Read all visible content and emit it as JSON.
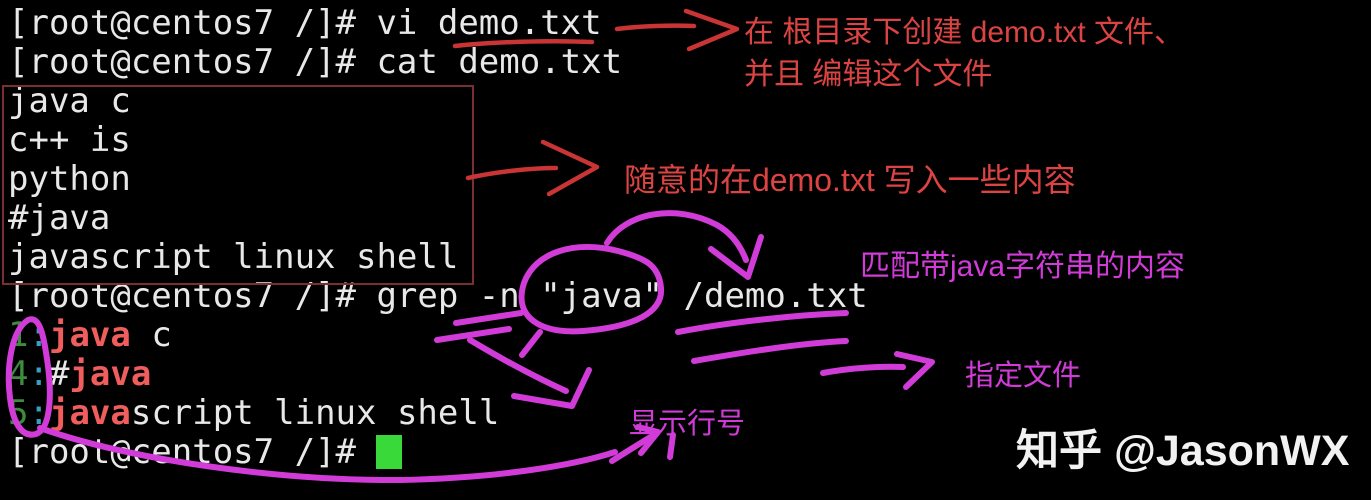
{
  "colors": {
    "fg": "#e8e8e8",
    "lineno": "#3d8b3d",
    "sep": "#37a0bf",
    "match": "#ef5d5d",
    "cursor": "#39d939",
    "box_border": "#7a3030",
    "red_text": "#dc4343",
    "red_draw": "#c93434",
    "magenta": "#d13cd8"
  },
  "terminal": {
    "lines": [
      {
        "segments": [
          {
            "t": "[root@centos7 /]# vi demo.txt",
            "c": "fg"
          }
        ]
      },
      {
        "segments": [
          {
            "t": "[root@centos7 /]# cat demo.txt",
            "c": "fg"
          }
        ]
      },
      {
        "segments": [
          {
            "t": "java c",
            "c": "fg"
          }
        ]
      },
      {
        "segments": [
          {
            "t": "c++ is",
            "c": "fg"
          }
        ]
      },
      {
        "segments": [
          {
            "t": "python",
            "c": "fg"
          }
        ]
      },
      {
        "segments": [
          {
            "t": "#java",
            "c": "fg"
          }
        ]
      },
      {
        "segments": [
          {
            "t": "javascript linux shell",
            "c": "fg"
          }
        ]
      },
      {
        "segments": [
          {
            "t": "[root@centos7 /]# grep -n \"java\" /demo.txt",
            "c": "fg"
          }
        ]
      },
      {
        "segments": [
          {
            "t": "1",
            "c": "lineno"
          },
          {
            "t": ":",
            "c": "sep"
          },
          {
            "t": "java",
            "c": "match"
          },
          {
            "t": " c",
            "c": "fg"
          }
        ]
      },
      {
        "segments": [
          {
            "t": "4",
            "c": "lineno"
          },
          {
            "t": ":",
            "c": "sep"
          },
          {
            "t": "#",
            "c": "fg"
          },
          {
            "t": "java",
            "c": "match"
          }
        ]
      },
      {
        "segments": [
          {
            "t": "5",
            "c": "lineno"
          },
          {
            "t": ":",
            "c": "sep"
          },
          {
            "t": "java",
            "c": "match"
          },
          {
            "t": "script linux shell",
            "c": "fg"
          }
        ]
      },
      {
        "segments": [
          {
            "t": "[root@centos7 /]# ",
            "c": "fg"
          }
        ],
        "cursor": true
      }
    ]
  },
  "annotations": {
    "create_note_line1": "在 根目录下创建 demo.txt 文件、",
    "create_note_line2": "并且 编辑这个文件",
    "write_note": "随意的在demo.txt 写入一些内容",
    "match_note": "匹配带java字符串的内容",
    "file_note": "指定文件",
    "lineno_note": "显示行号",
    "watermark": "知乎 @JasonWX"
  }
}
